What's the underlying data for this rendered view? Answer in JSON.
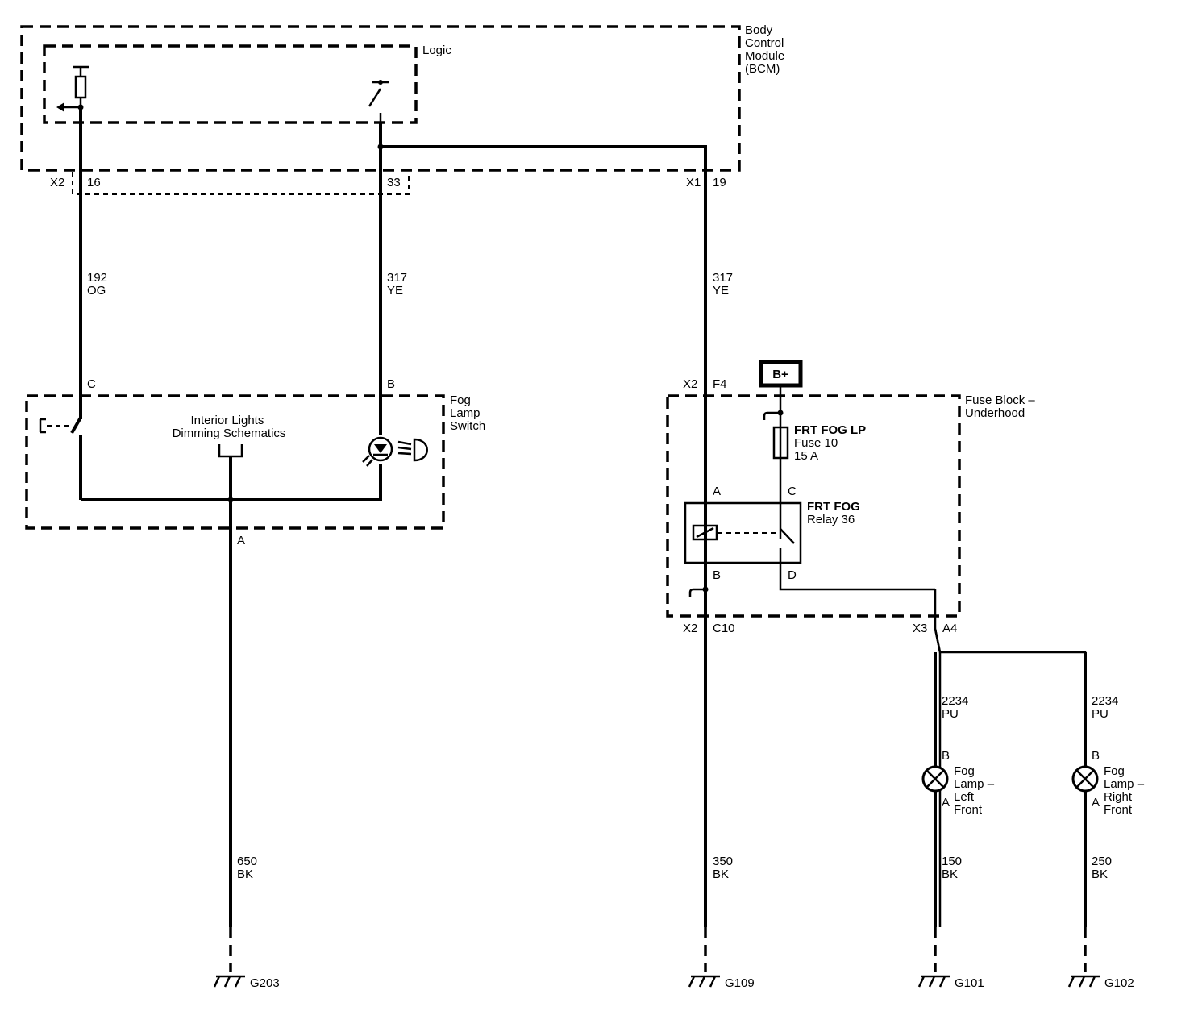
{
  "bcm": {
    "title": [
      "Body",
      "Control",
      "Module",
      "(BCM)"
    ],
    "logic": "Logic"
  },
  "connectors": {
    "x2_bcm": "X2",
    "p16": "16",
    "p33": "33",
    "x1": "X1",
    "p19": "19",
    "x2_f": "X2",
    "pF4": "F4",
    "x2_c": "X2",
    "pC10": "C10",
    "x3": "X3",
    "pA4": "A4"
  },
  "wires": {
    "w192": {
      "num": "192",
      "color": "OG"
    },
    "w317a": {
      "num": "317",
      "color": "YE"
    },
    "w317b": {
      "num": "317",
      "color": "YE"
    },
    "w650": {
      "num": "650",
      "color": "BK"
    },
    "w350": {
      "num": "350",
      "color": "BK"
    },
    "w2234a": {
      "num": "2234",
      "color": "PU"
    },
    "w2234b": {
      "num": "2234",
      "color": "PU"
    },
    "w150": {
      "num": "150",
      "color": "BK"
    },
    "w250": {
      "num": "250",
      "color": "BK"
    }
  },
  "fog_switch": {
    "title": [
      "Fog",
      "Lamp",
      "Switch"
    ],
    "pinC": "C",
    "pinB": "B",
    "pinA": "A",
    "interior": [
      "Interior Lights",
      "Dimming Schematics"
    ]
  },
  "fuse_block": {
    "title": [
      "Fuse Block –",
      "Underhood"
    ],
    "bplus": "B+",
    "fuse": [
      "FRT FOG LP",
      "Fuse 10",
      "15 A"
    ],
    "relay": [
      "FRT FOG",
      "Relay 36"
    ],
    "pinA": "A",
    "pinB": "B",
    "pinC": "C",
    "pinD": "D"
  },
  "lamps": {
    "left": {
      "lines": [
        "Fog",
        "Lamp –",
        "Left",
        "Front"
      ],
      "pinB": "B",
      "pinA": "A"
    },
    "right": {
      "lines": [
        "Fog",
        "Lamp –",
        "Right",
        "Front"
      ],
      "pinB": "B",
      "pinA": "A"
    }
  },
  "grounds": {
    "g203": "G203",
    "g109": "G109",
    "g101": "G101",
    "g102": "G102"
  }
}
